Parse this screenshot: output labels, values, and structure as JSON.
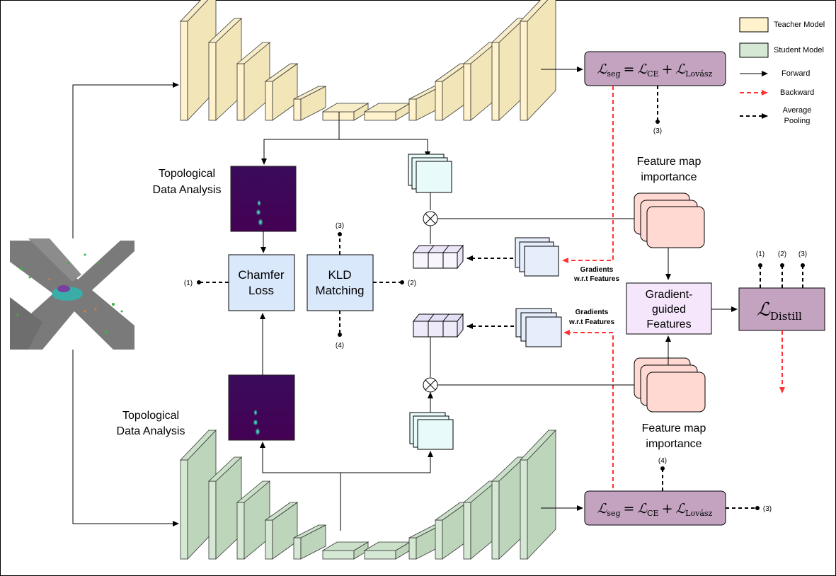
{
  "colors": {
    "teacher": "#fff2cc",
    "student": "#d5e8d4",
    "loss_box": "#c3a3c0",
    "blue_box": "#dae8fc",
    "feature_pink": "#ffd9d2",
    "gradient_box": "#f5e6fc",
    "distill_box": "#c3a3c0",
    "grad_map": "#e6eefc",
    "importance_map": "#e8fbfa",
    "backward": "#ff3333"
  },
  "legend": {
    "teacher": "Teacher Model",
    "student": "Student Model",
    "forward": "Forward",
    "backward": "Backward",
    "avgpool_line1": "Average",
    "avgpool_line2": "Pooling"
  },
  "teacher_loss": {
    "script_L": "ℒ",
    "sub_seg": "seg",
    "eq": "=",
    "sub_ce": "CE",
    "plus": "+",
    "sub_lov": "Lovász"
  },
  "student_loss": {
    "script_L": "ℒ",
    "sub_seg": "seg",
    "eq": "=",
    "sub_ce": "CE",
    "plus": "+",
    "sub_lov": "Lovász"
  },
  "distill": {
    "script_L": "ℒ",
    "sub": "Distill"
  },
  "tda_top": {
    "line1": "Topological",
    "line2": "Data Analysis"
  },
  "tda_bottom": {
    "line1": "Topological",
    "line2": "Data Analysis"
  },
  "chamfer": {
    "line1": "Chamfer",
    "line2": "Loss"
  },
  "kld": {
    "line1": "KLD",
    "line2": "Matching"
  },
  "gradient_guided": {
    "line1": "Gradient-",
    "line2": "guided",
    "line3": "Features"
  },
  "fmi_top": {
    "line1": "Feature map",
    "line2": "importance"
  },
  "fmi_bottom": {
    "line1": "Feature map",
    "line2": "importance"
  },
  "grad_label_top": {
    "line1": "Gradients",
    "line2": "w.r.t Features"
  },
  "grad_label_bottom": {
    "line1": "Gradients",
    "line2": "w.r.t Features"
  },
  "markers": {
    "m1": "(1)",
    "m2": "(2)",
    "m3": "(3)",
    "m4": "(4)"
  }
}
